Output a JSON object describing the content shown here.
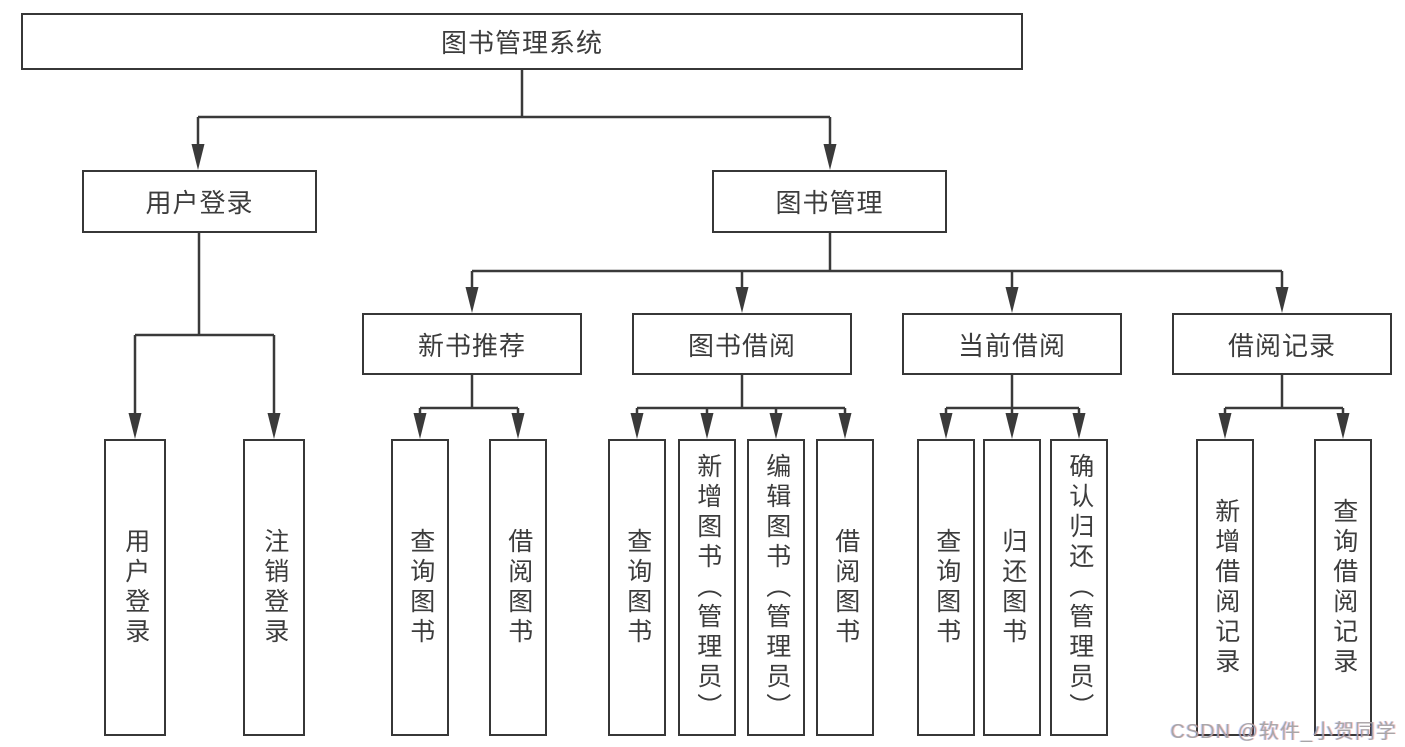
{
  "diagram": {
    "root": {
      "label": "图书管理系统"
    },
    "level2": [
      {
        "label": "用户登录",
        "children": [
          {
            "label": "用户登录"
          },
          {
            "label": "注销登录"
          }
        ]
      },
      {
        "label": "图书管理",
        "children": [
          {
            "label": "新书推荐",
            "children": [
              {
                "label": "查询图书"
              },
              {
                "label": "借阅图书"
              }
            ]
          },
          {
            "label": "图书借阅",
            "children": [
              {
                "label": "查询图书"
              },
              {
                "label": "新增图书（管理员）"
              },
              {
                "label": "编辑图书（管理员）"
              },
              {
                "label": "借阅图书"
              }
            ]
          },
          {
            "label": "当前借阅",
            "children": [
              {
                "label": "查询图书"
              },
              {
                "label": "归还图书"
              },
              {
                "label": "确认归还（管理员）"
              }
            ]
          },
          {
            "label": "借阅记录",
            "children": [
              {
                "label": "新增借阅记录"
              },
              {
                "label": "查询借阅记录"
              }
            ]
          }
        ]
      }
    ]
  },
  "watermark": {
    "text": "CSDN @软件_小贺同学"
  },
  "colors": {
    "line": "#3a3a3a",
    "box_border": "#373737",
    "text": "#3c3c3c",
    "background": "#ffffff",
    "watermark": "#a4a4a4"
  }
}
